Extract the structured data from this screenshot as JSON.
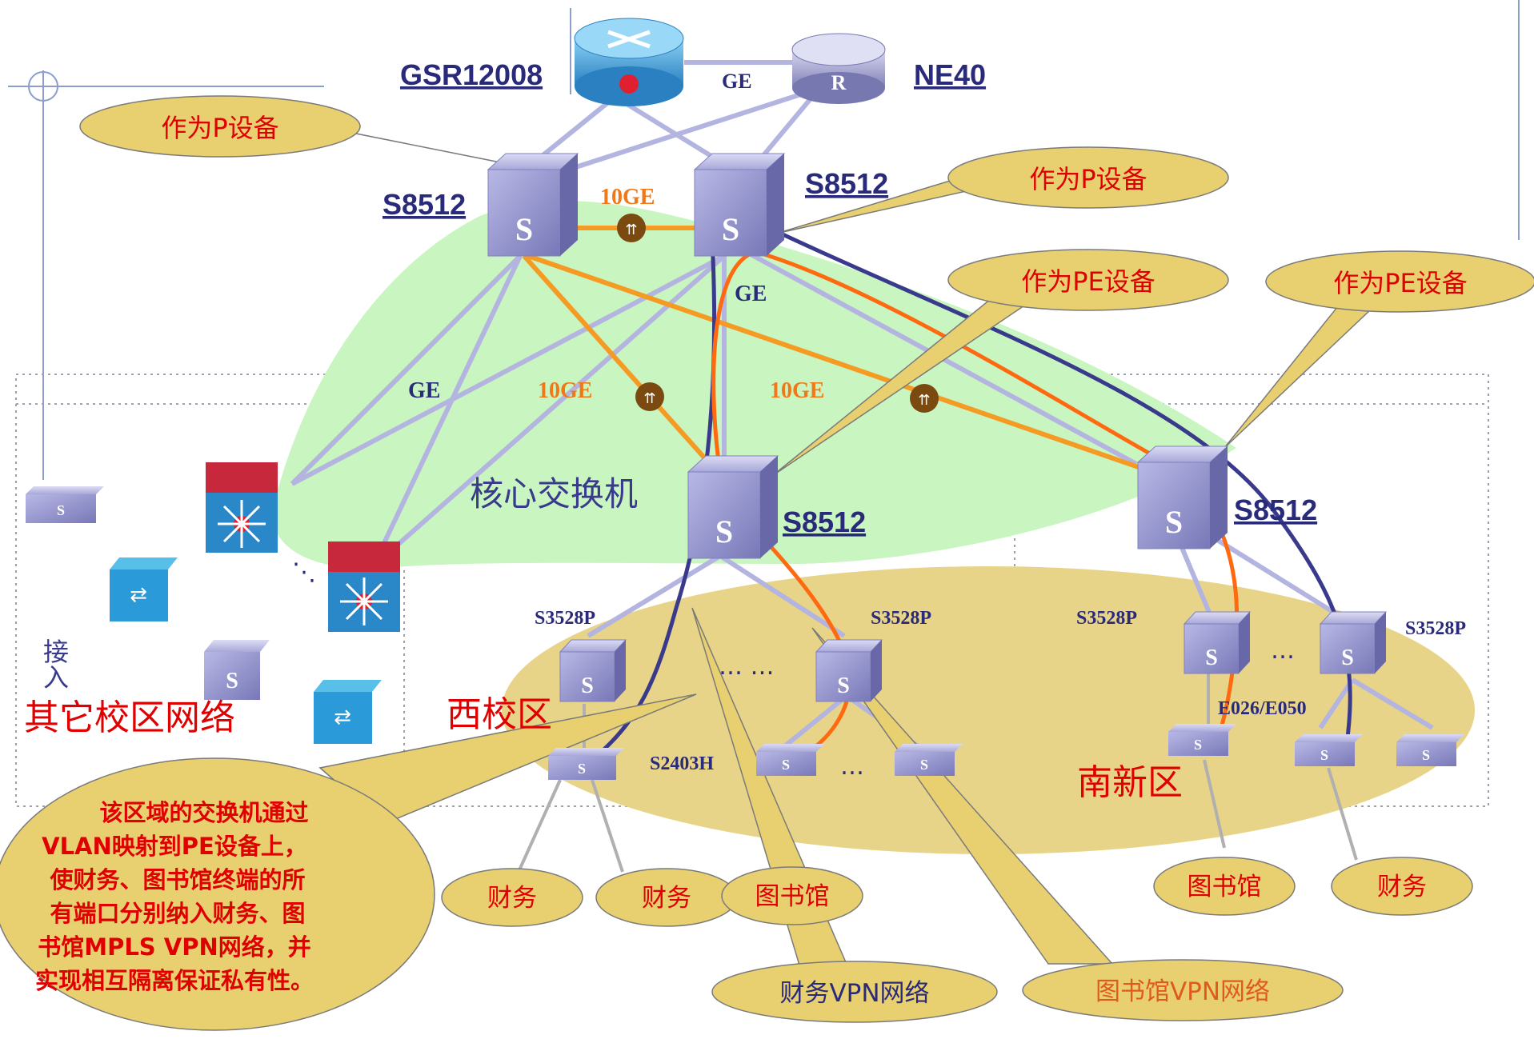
{
  "devices": {
    "gsr": "GSR12008",
    "ne40": "NE40",
    "core_top_left": "S8512",
    "core_top_right": "S8512",
    "core_mid": "S8512",
    "core_right": "S8512"
  },
  "links": {
    "ge_top": "GE",
    "tenge_top": "10GE",
    "ge_mid": "GE",
    "ge_left": "GE",
    "tenge_left": "10GE",
    "tenge_right": "10GE"
  },
  "callouts": {
    "p_left": "作为P设备",
    "p_right": "作为P设备",
    "pe_mid": "作为PE设备",
    "pe_right": "作为PE设备",
    "vlan_note": [
      "该区域的交换机通过",
      "VLAN映射到PE设备上，",
      "使财务、图书馆终端的所",
      "有端口分别纳入财务、图",
      "书馆MPLS VPN网络，并",
      "实现相互隔离保证私有性。"
    ],
    "finance_vpn": "财务VPN网络",
    "library_vpn": "图书馆VPN网络"
  },
  "areas": {
    "core": "核心交换机",
    "access": "接入",
    "other_campus": "其它校区网络",
    "west": "西校区",
    "south": "南新区"
  },
  "switches": {
    "west_a": "S3528P",
    "west_b": "S3528P",
    "south_a": "S3528P",
    "south_b": "S3528P",
    "access_west": "S2403H",
    "south_ports": "E026/E050",
    "dots1": "… …",
    "dots2": "…",
    "dots3": "…"
  },
  "terminals": {
    "t1": "财务",
    "t2": "财务",
    "t3": "图书馆",
    "t4": "图书馆",
    "t5": "财务"
  },
  "colors": {
    "ge_line": "#b4b4e0",
    "tenge_line": "#f59a23",
    "finance_path": "#3a3a8c",
    "library_path": "#ff6a10",
    "core_area": "#c8f5c0",
    "campus_area": "#e8d488",
    "callout_fill": "#e8d070",
    "label_red": "#e00000",
    "device_blue": "#2a2a7a"
  }
}
